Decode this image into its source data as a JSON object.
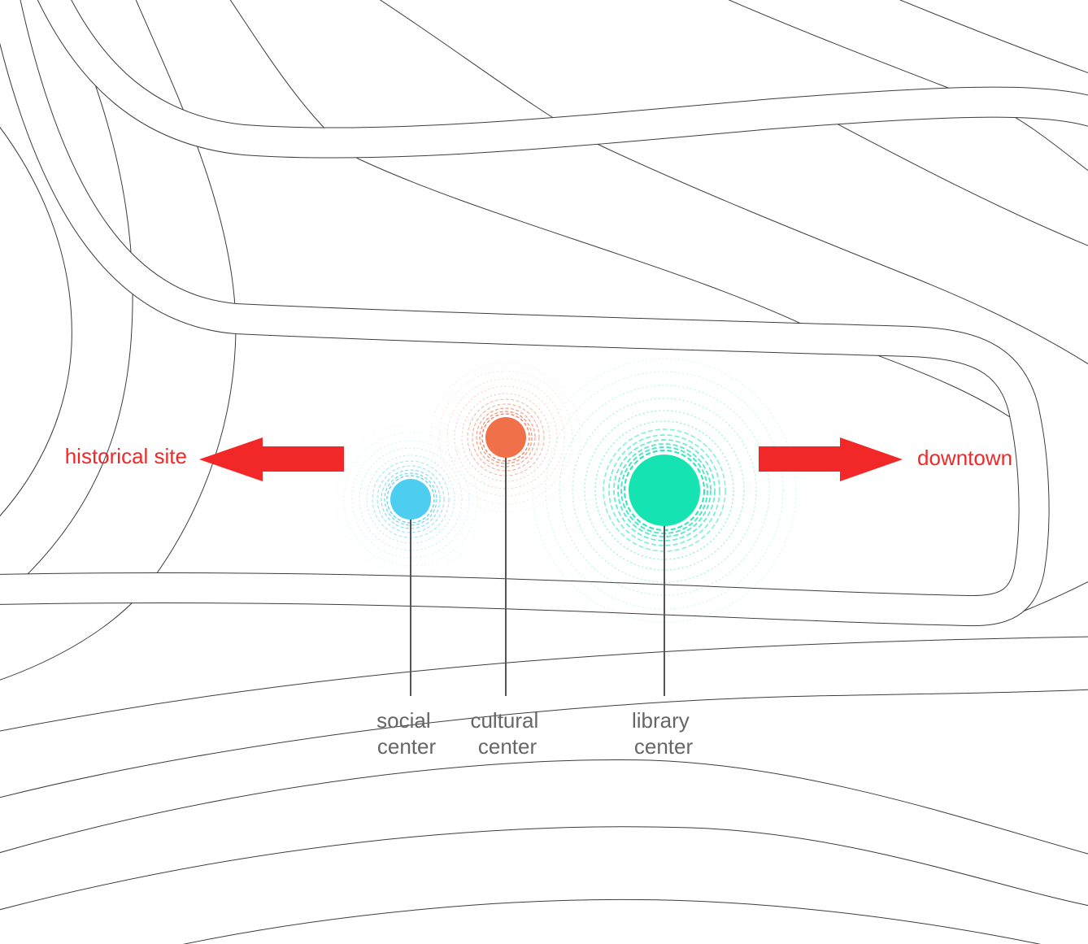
{
  "destinations": {
    "west": {
      "label": "historical site"
    },
    "east": {
      "label": "downtown"
    }
  },
  "centers": {
    "social": {
      "label_line1": "social",
      "label_line2": "center",
      "color": "#4DCDF0"
    },
    "cultural": {
      "label_line1": "cultural",
      "label_line2": "center",
      "color": "#F0704A"
    },
    "library": {
      "label_line1": "library",
      "label_line2": "center",
      "color": "#15E3B1"
    }
  },
  "colors": {
    "arrow": "#F22828",
    "destination_text": "#F22828",
    "center_label_text": "#666666",
    "leader_line": "#555555",
    "contour_line": "#3C3C3C",
    "road_surface": "#FFFFFF",
    "background": "#FFFFFF"
  }
}
